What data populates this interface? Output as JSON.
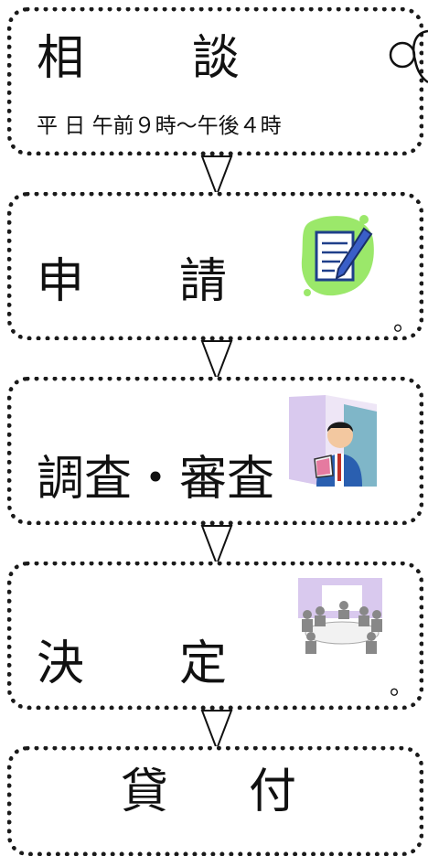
{
  "steps": [
    {
      "title_a": "相",
      "title_b": "談",
      "subtitle": "平 日 午前９時～午後４時",
      "illustration": "speech-bubble-icon"
    },
    {
      "title_a": "申",
      "title_b": "請",
      "suffix": "。",
      "illustration": "document-pen-icon"
    },
    {
      "title": "調査・審査",
      "illustration": "person-reading-icon"
    },
    {
      "title_a": "決",
      "title_b": "定",
      "suffix": "。",
      "illustration": "meeting-room-icon"
    },
    {
      "title_a": "貸",
      "title_b": "付"
    }
  ],
  "colors": {
    "border": "#1a1a1a",
    "pen_pad": "#9be86a",
    "room_wall": "#d9c9ee",
    "person_suit": "#2a5fb0"
  }
}
